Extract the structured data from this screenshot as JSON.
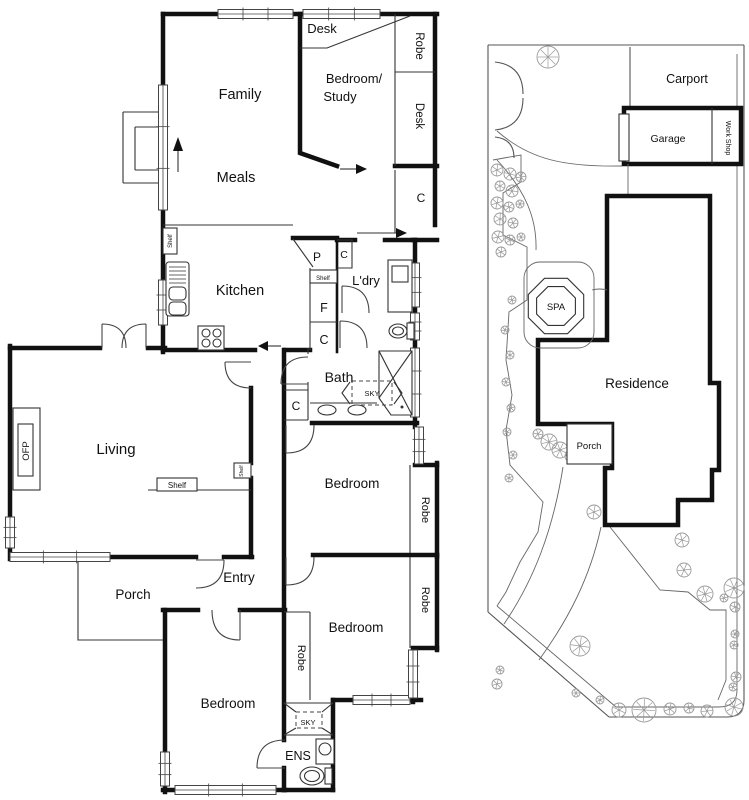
{
  "document": {
    "type": "floor-plan-and-site-plan"
  },
  "colors": {
    "wall": "#111111",
    "line": "#444444",
    "text": "#111111",
    "background": "#ffffff"
  },
  "floor_plan": {
    "labels": {
      "desk_top": "Desk",
      "robe_top": "Robe",
      "bedroom_study_line1": "Bedroom/",
      "bedroom_study_line2": "Study",
      "desk_side": "Desk",
      "c_top": "C",
      "family": "Family",
      "meals": "Meals",
      "shelf_kitchen": "Shelf",
      "kitchen": "Kitchen",
      "pantry": "P",
      "c_pantry": "C",
      "shelf_pantry": "Shelf",
      "fridge": "F",
      "c_column": "C",
      "laundry": "L'dry",
      "bath": "Bath",
      "sky_bath": "SKY",
      "c_bath": "C",
      "ofp": "OFP",
      "living": "Living",
      "shelf_corner": "Shelf",
      "shelf_living": "Shelf",
      "entry": "Entry",
      "porch": "Porch",
      "bedroom_1": "Bedroom",
      "robe_1": "Robe",
      "bedroom_2": "Bedroom",
      "robe_2": "Robe",
      "robe_3": "Robe",
      "bedroom_3": "Bedroom",
      "sky_ens": "SKY",
      "ens": "ENS"
    }
  },
  "site_plan": {
    "labels": {
      "carport": "Carport",
      "garage": "Garage",
      "workshop": "Work Shop",
      "spa": "SPA",
      "residence": "Residence",
      "porch": "Porch"
    }
  }
}
